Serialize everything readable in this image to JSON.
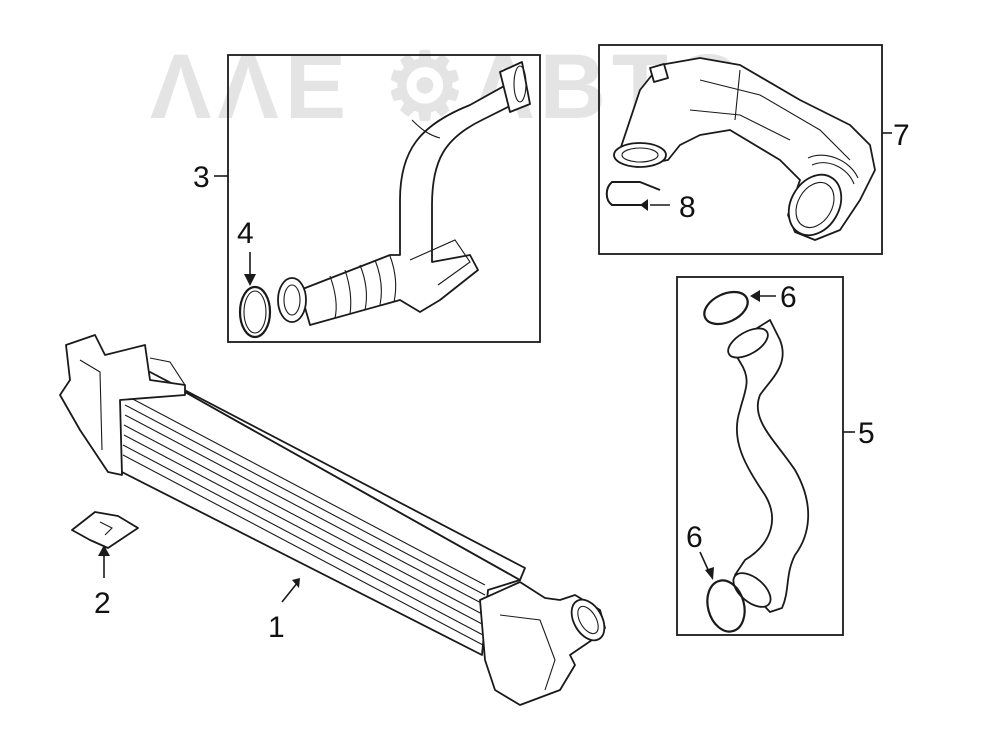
{
  "watermark": {
    "text": "ΛΛΕ ⚙ΛΒΤΟ",
    "color": "#8a8a8a"
  },
  "callouts": {
    "c1": "1",
    "c2": "2",
    "c3": "3",
    "c4": "4",
    "c5": "5",
    "c6a": "6",
    "c6b": "6",
    "c7": "7",
    "c8": "8"
  },
  "colors": {
    "line": "#1a1a1a",
    "background": "#ffffff"
  }
}
